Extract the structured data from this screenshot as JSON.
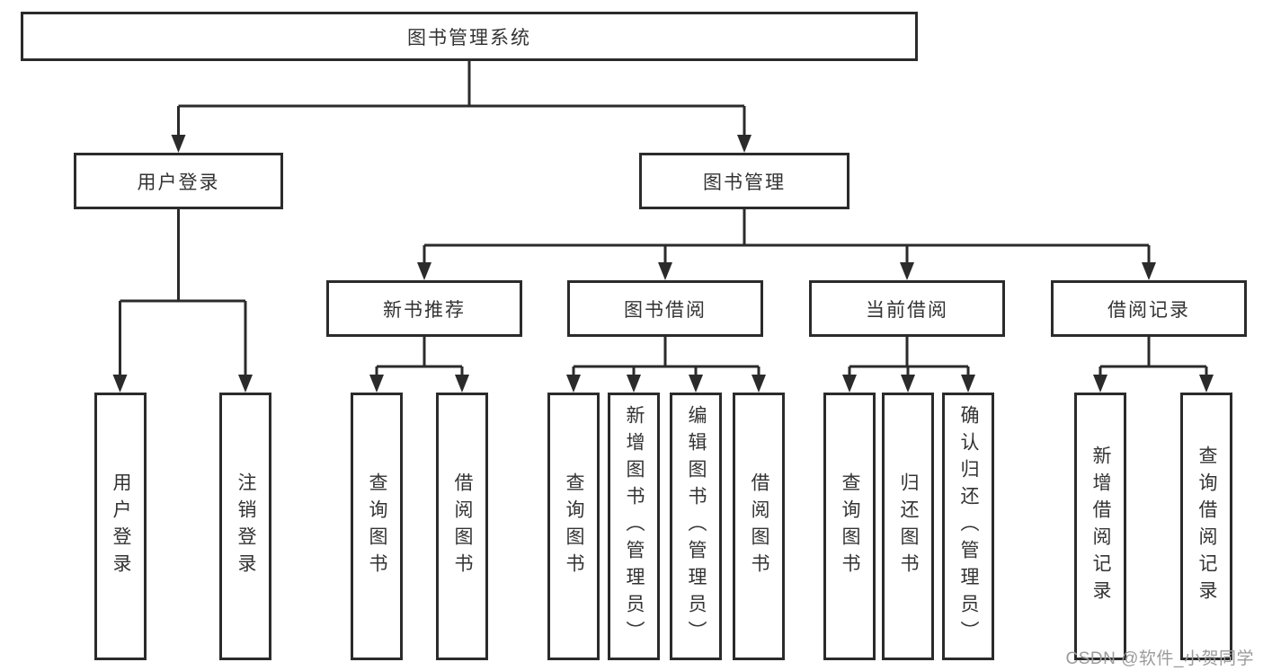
{
  "diagram": {
    "root": {
      "label": "图书管理系统"
    },
    "level2": [
      {
        "label": "用户登录",
        "parent": "图书管理系统"
      },
      {
        "label": "图书管理",
        "parent": "图书管理系统"
      }
    ],
    "level3": [
      {
        "label": "新书推荐",
        "parent": "图书管理"
      },
      {
        "label": "图书借阅",
        "parent": "图书管理"
      },
      {
        "label": "当前借阅",
        "parent": "图书管理"
      },
      {
        "label": "借阅记录",
        "parent": "图书管理"
      }
    ],
    "leaves": [
      {
        "label": "用户登录",
        "parent": "用户登录"
      },
      {
        "label": "注销登录",
        "parent": "用户登录"
      },
      {
        "label": "查询图书",
        "parent": "新书推荐"
      },
      {
        "label": "借阅图书",
        "parent": "新书推荐"
      },
      {
        "label": "查询图书",
        "parent": "图书借阅"
      },
      {
        "label": "新增图书（管理员）",
        "parent": "图书借阅"
      },
      {
        "label": "编辑图书（管理员）",
        "parent": "图书借阅"
      },
      {
        "label": "借阅图书",
        "parent": "图书借阅"
      },
      {
        "label": "查询图书",
        "parent": "当前借阅"
      },
      {
        "label": "归还图书",
        "parent": "当前借阅"
      },
      {
        "label": "确认归还（管理员）",
        "parent": "当前借阅"
      },
      {
        "label": "新增借阅记录",
        "parent": "借阅记录"
      },
      {
        "label": "查询借阅记录",
        "parent": "借阅记录"
      }
    ]
  },
  "watermark": {
    "text": "CSDN @软件_小贺同学",
    "color": "#9b9b9b"
  },
  "colors": {
    "line": "#2b2b2b",
    "box_border": "#2b2b2b",
    "text": "#333333",
    "watermark": "#9b9b9b",
    "background": "#ffffff"
  }
}
